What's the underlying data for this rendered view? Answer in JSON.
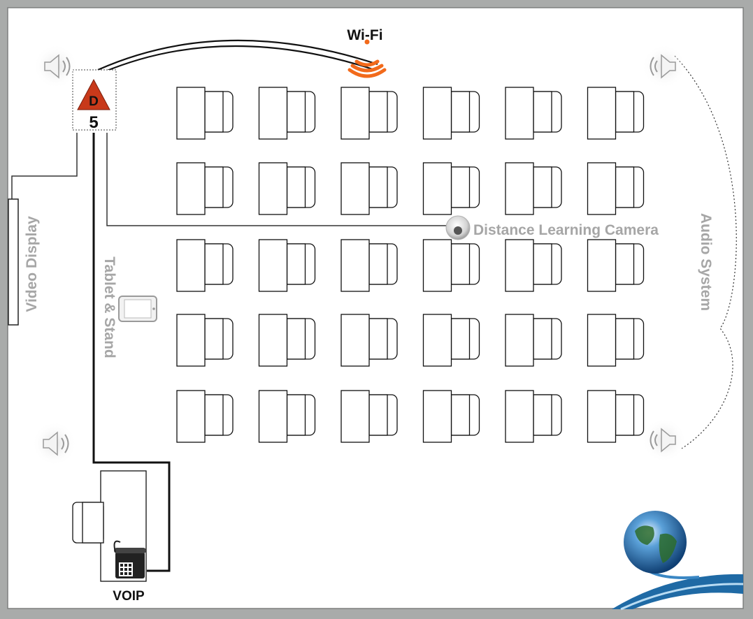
{
  "labels": {
    "wifi": "Wi-Fi",
    "d_letter": "D",
    "d_number": "5",
    "video_display": "Video Display",
    "tablet_stand": "Tablet & Stand",
    "camera": "Distance Learning Camera",
    "audio_system": "Audio System",
    "voip": "VOIP"
  },
  "seating": {
    "rows": 5,
    "columns": 6
  },
  "colors": {
    "frame": "#a9abaa",
    "floor": "#ffffff",
    "wifi": "#f26a1b",
    "marker": "#c8391a",
    "gray_label": "#a6a6a6",
    "globe_blue": "#1f6aa5",
    "line": "#111111"
  },
  "icons": [
    "speaker-icon",
    "wifi-icon",
    "warning-triangle-icon",
    "tablet-icon",
    "camera-icon",
    "phone-icon",
    "globe-logo"
  ]
}
